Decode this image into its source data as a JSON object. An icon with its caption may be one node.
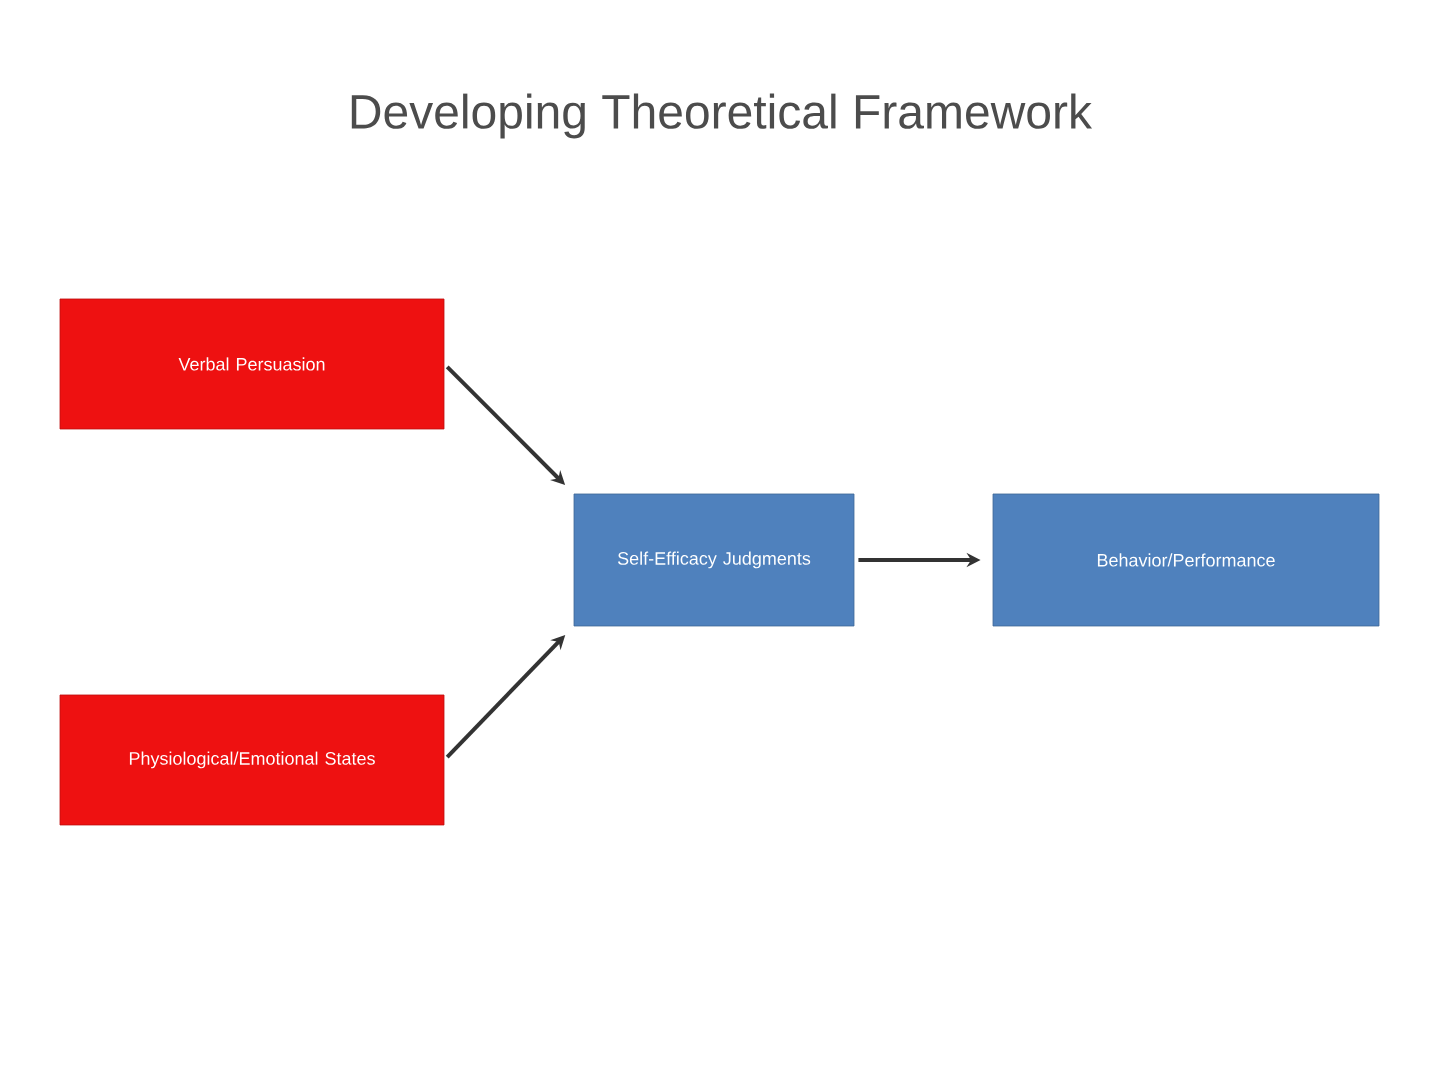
{
  "diagram": {
    "title": "Developing Theoretical Framework",
    "nodes": [
      {
        "text": [
          "Verbal Persuasion"
        ]
      },
      {
        "text": [
          "Physiological/Emotional States"
        ]
      },
      {
        "text": [
          "Self-Efficacy Judgments"
        ]
      },
      {
        "text": [
          "Behavior/Performance"
        ]
      }
    ],
    "edges": [
      {
        "from": 0,
        "to": 2,
        "arrow": "to"
      },
      {
        "from": 1,
        "to": 2,
        "arrow": "to"
      },
      {
        "from": 2,
        "to": 3,
        "arrow": "to"
      }
    ]
  }
}
